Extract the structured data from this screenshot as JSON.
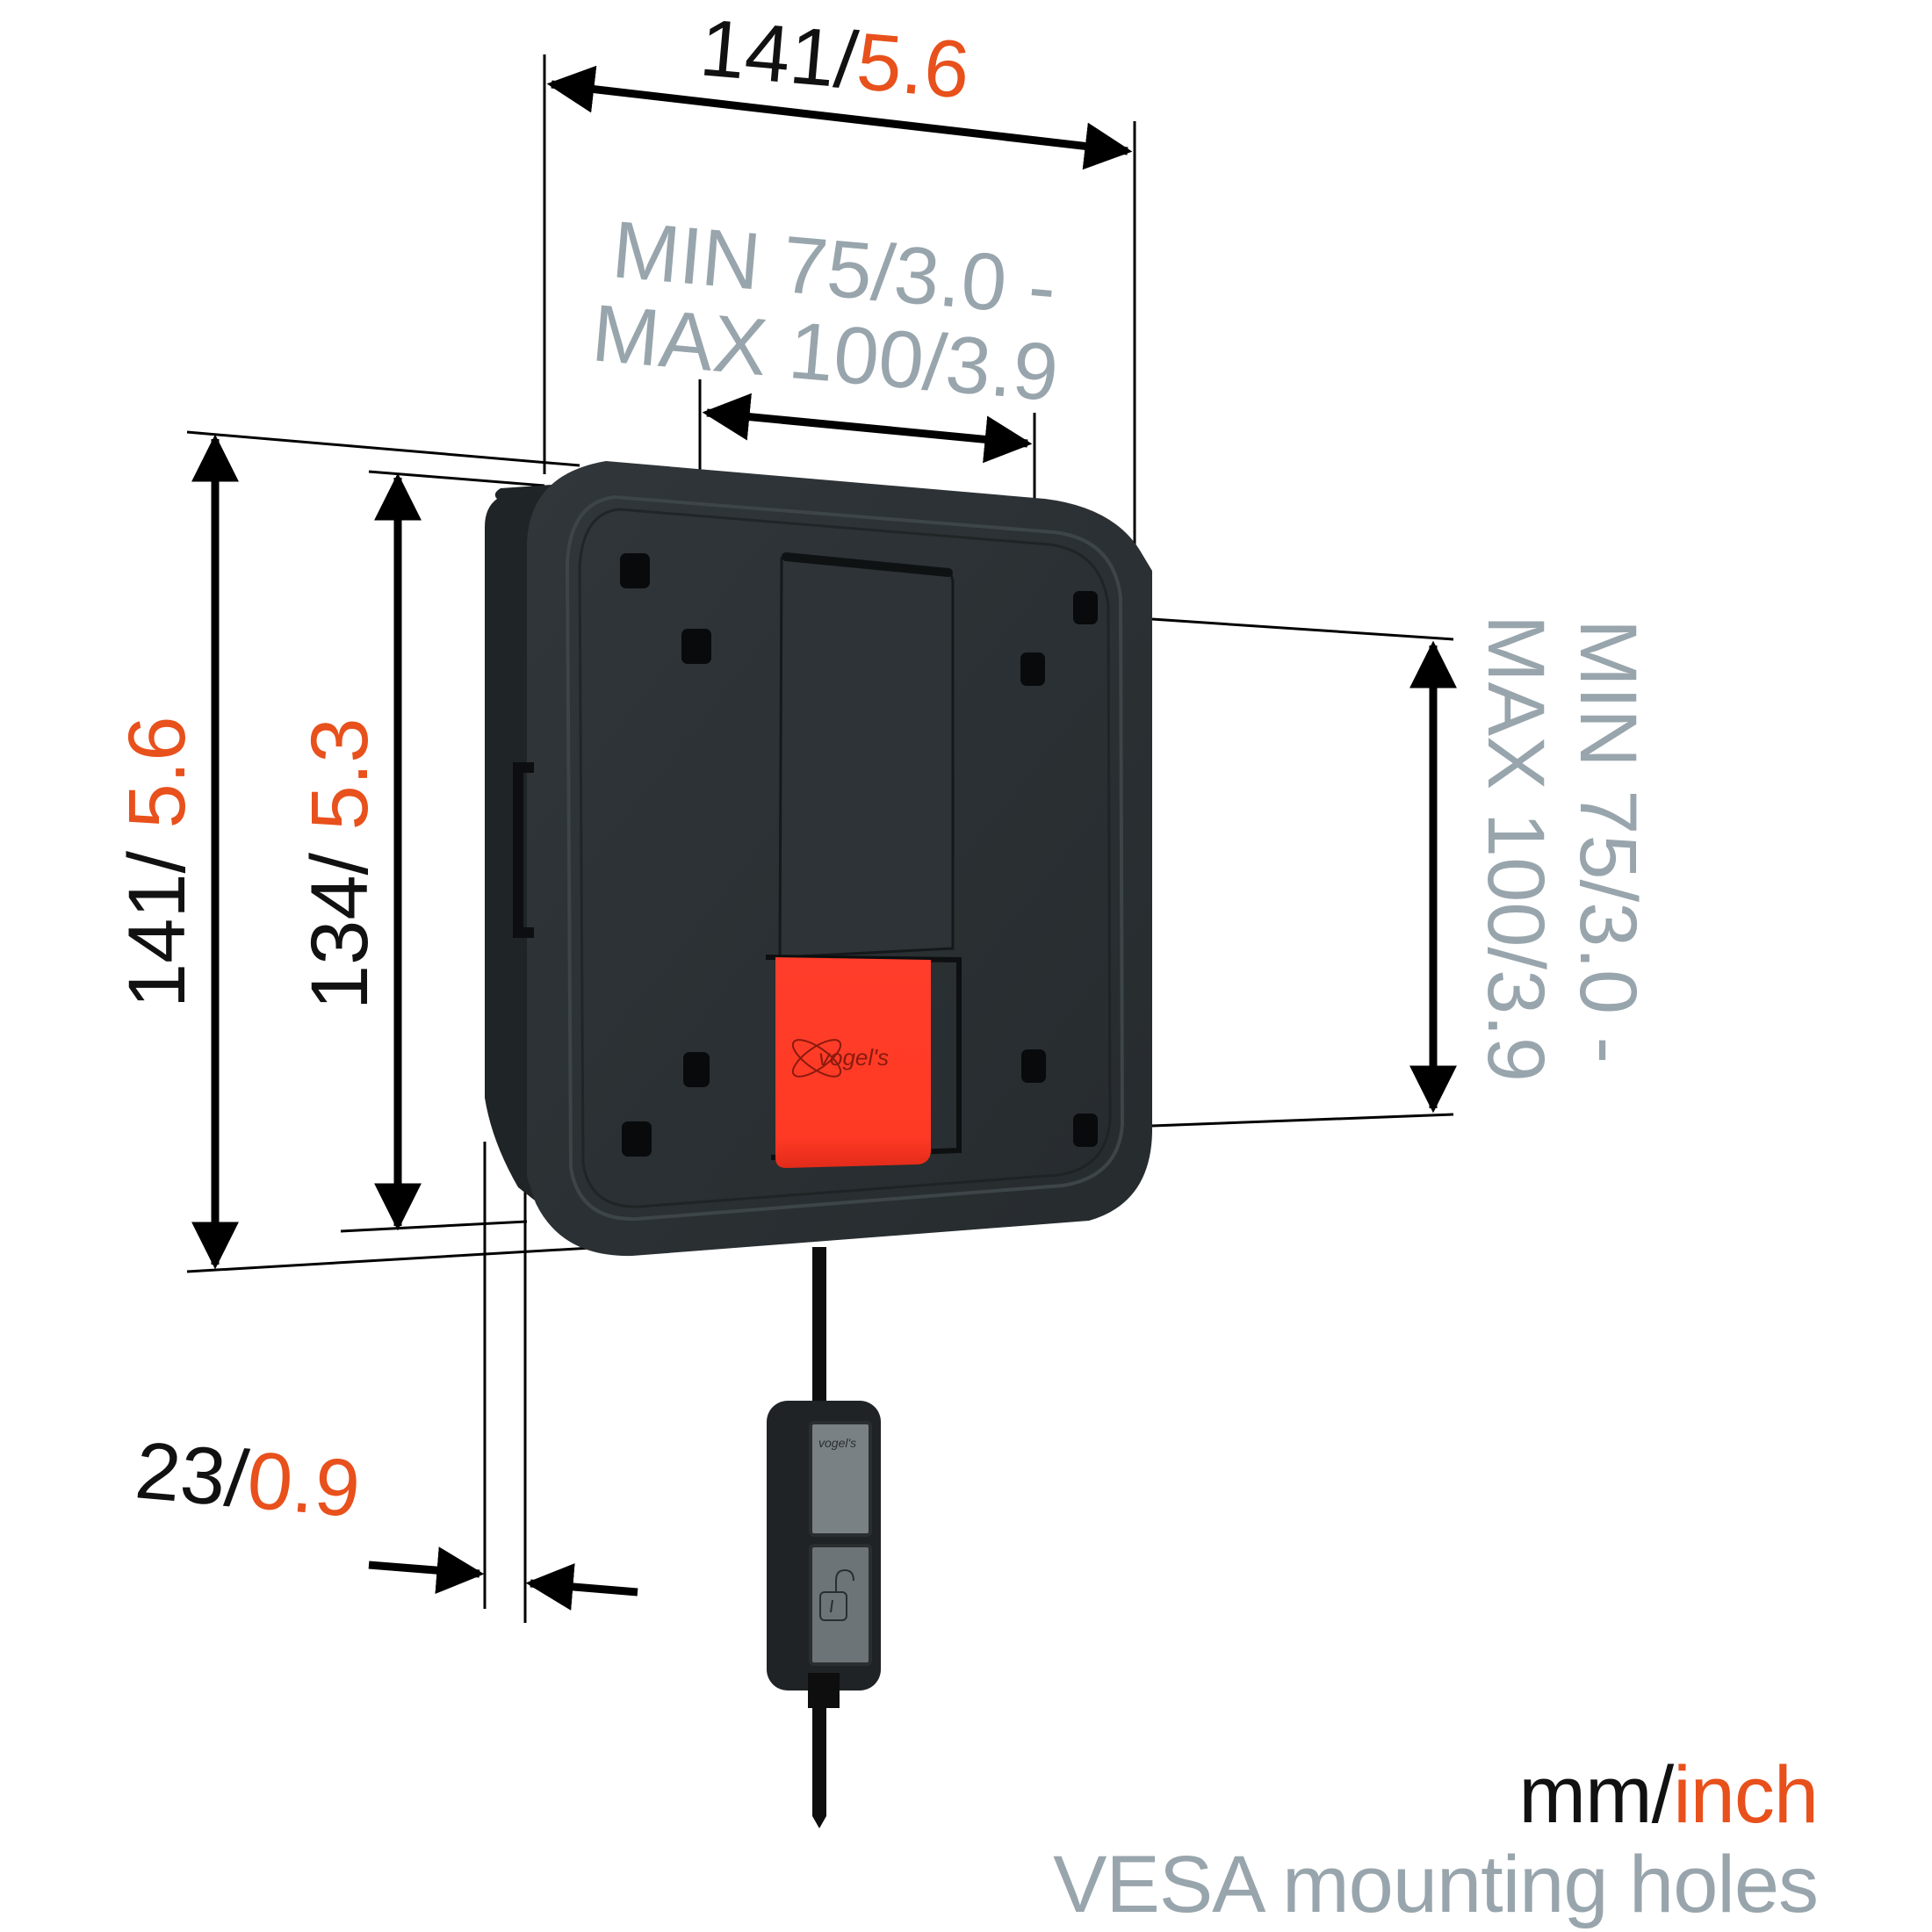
{
  "dimensions": {
    "top_width": {
      "mm": "141/",
      "inch": "5.6"
    },
    "vesa_horizontal": {
      "line1": "MIN 75/3.0 -",
      "line2": "MAX 100/3.9"
    },
    "left_height_outer": {
      "mm": "141/ ",
      "inch": "5.6"
    },
    "left_height_inner": {
      "mm": "134/ ",
      "inch": "5.3"
    },
    "vesa_vertical": {
      "line1": "MIN 75/3.0 -",
      "line2": "MAX 100/3.9"
    },
    "depth": {
      "mm": "23/",
      "inch": "0.9"
    }
  },
  "product": {
    "brand_logo": "vogel's",
    "lock_brand_logo": "vogel's",
    "lock_icon": "unlocked-padlock-icon"
  },
  "caption": {
    "units_mm": "mm/",
    "units_inch": "inch",
    "vesa_label": "VESA mounting holes"
  },
  "colors": {
    "metric_text": "#111111",
    "imperial_text": "#e8501c",
    "vesa_text": "#98a5ac",
    "plate": "#2b3033",
    "release_tab": "#ff3b26"
  }
}
